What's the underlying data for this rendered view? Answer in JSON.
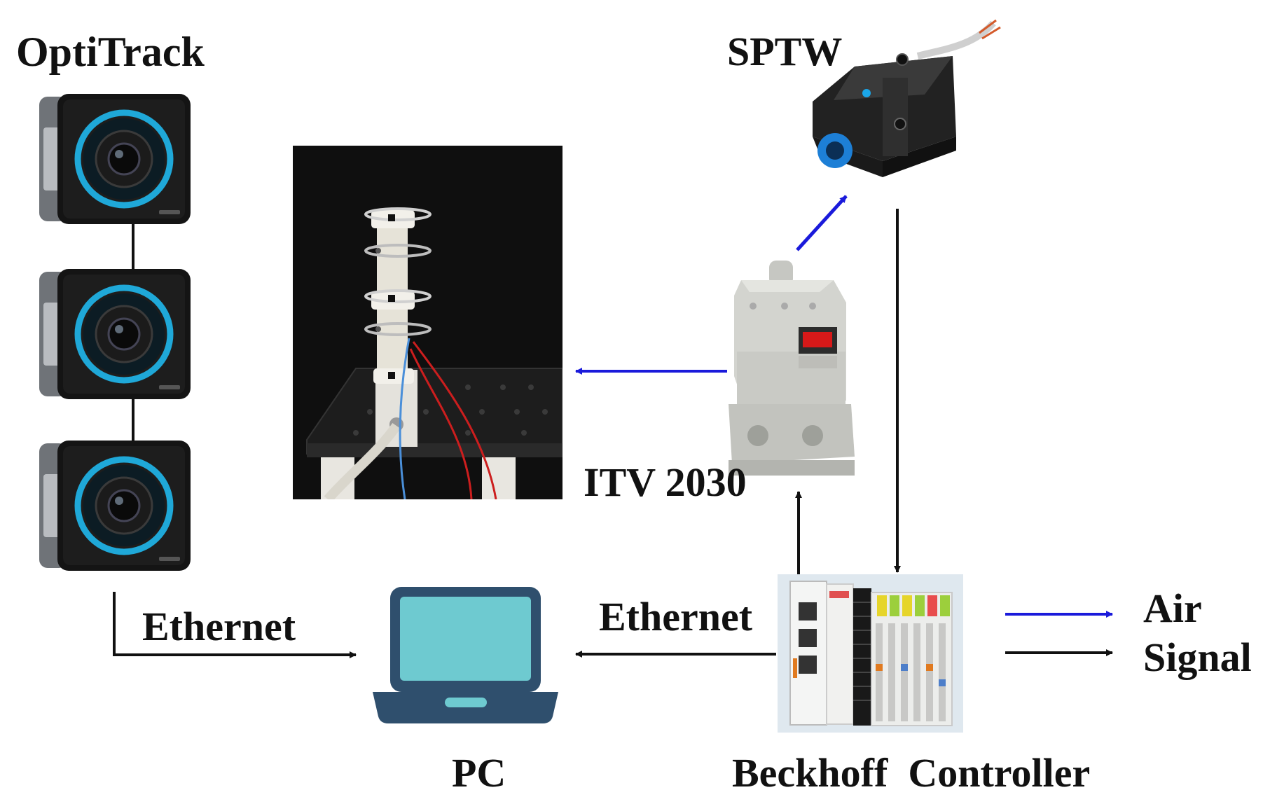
{
  "labels": {
    "optitrack": "OptiTrack",
    "sptw": "SPTW",
    "itv": "ITV 2030",
    "ethernet_left": "Ethernet",
    "ethernet_right": "Ethernet",
    "pc": "PC",
    "beckhoff": "Beckhoff  Controller"
  },
  "legend": [
    {
      "label": "Air",
      "color": "#1a1adb"
    },
    {
      "label": "Signal",
      "color": "#111111"
    }
  ],
  "colors": {
    "air": "#1a1adb",
    "signal": "#111111"
  },
  "components": [
    "optitrack-camera",
    "optitrack-camera",
    "optitrack-camera",
    "soft-robot-photo",
    "sptw-pressure-sensor",
    "itv-2030-regulator",
    "pc-laptop",
    "beckhoff-controller"
  ]
}
